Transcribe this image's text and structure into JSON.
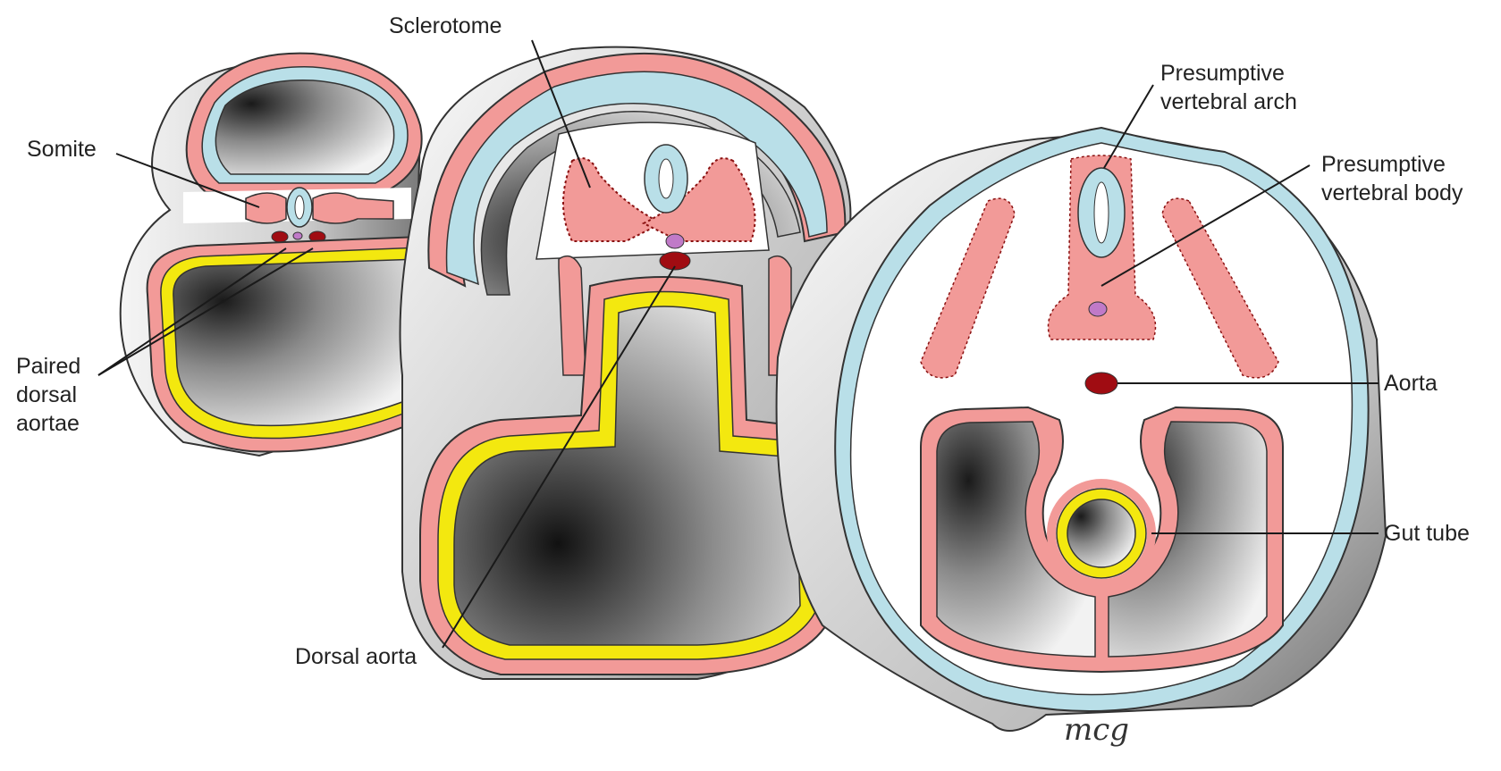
{
  "labels": {
    "sclerotome": "Sclerotome",
    "somite": "Somite",
    "paired_dorsal_aortae": [
      "Paired",
      "dorsal",
      "aortae"
    ],
    "dorsal_aorta": "Dorsal aorta",
    "presumptive_vertebral_arch": [
      "Presumptive",
      "vertebral arch"
    ],
    "presumptive_vertebral_body": [
      "Presumptive",
      "vertebral body"
    ],
    "aorta": "Aorta",
    "gut_tube": "Gut tube"
  },
  "signature": "mcg",
  "colors": {
    "ectoderm": "#b9dfe8",
    "mesoderm": "#f29a98",
    "endoderm": "#f3e80f",
    "aorta": "#a00c12",
    "notochord": "#c07ac8",
    "sclerotome": "#b02020"
  }
}
